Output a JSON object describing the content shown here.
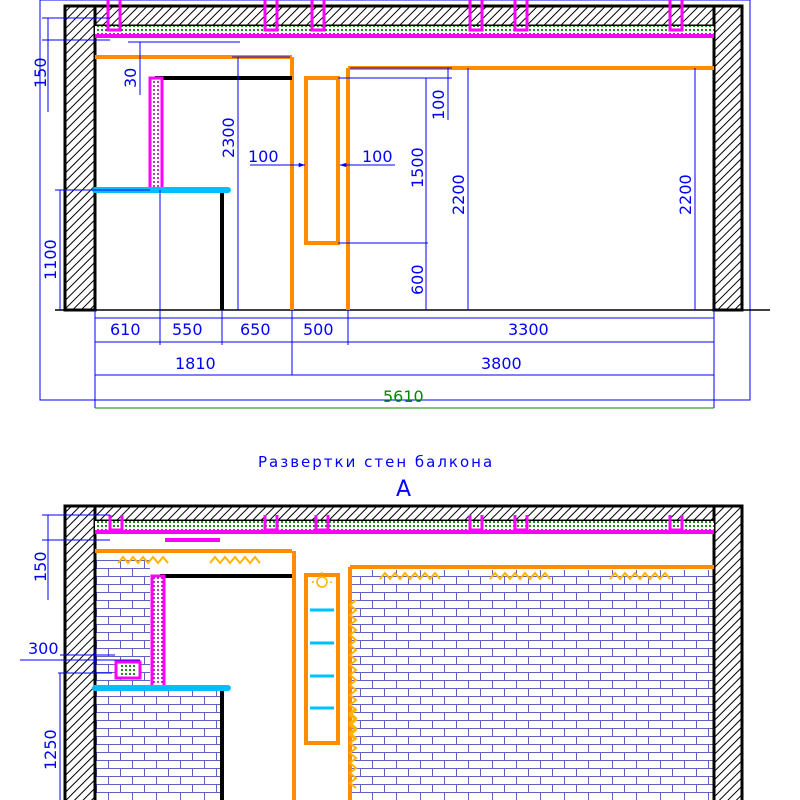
{
  "title": "Развертки стен балкона",
  "section_letter": "А",
  "colors": {
    "wall_hatch": "#000000",
    "dimension": "#0000ff",
    "total_dimension": "#008a00",
    "panel": "#ff00ff",
    "frame": "#ff8c00",
    "counter": "#00bfff",
    "insulation": "#008000",
    "lamp": "#ffb400",
    "brick": "#6060c0"
  },
  "top_view": {
    "dims": {
      "d150": "150",
      "d30": "30",
      "d2300": "2300",
      "d100_left": "100",
      "d100_right": "100",
      "d100_vert": "100",
      "d1500": "1500",
      "d2200_a": "2200",
      "d2200_b": "2200",
      "d1100": "1100",
      "d600": "600"
    },
    "bottom_row": [
      "610",
      "550",
      "650",
      "500",
      "3300"
    ],
    "mid_row": [
      "1810",
      "3800"
    ],
    "total": "5610"
  },
  "bottom_view": {
    "dims": {
      "d150": "150",
      "d300": "300",
      "d1250": "1250"
    }
  }
}
